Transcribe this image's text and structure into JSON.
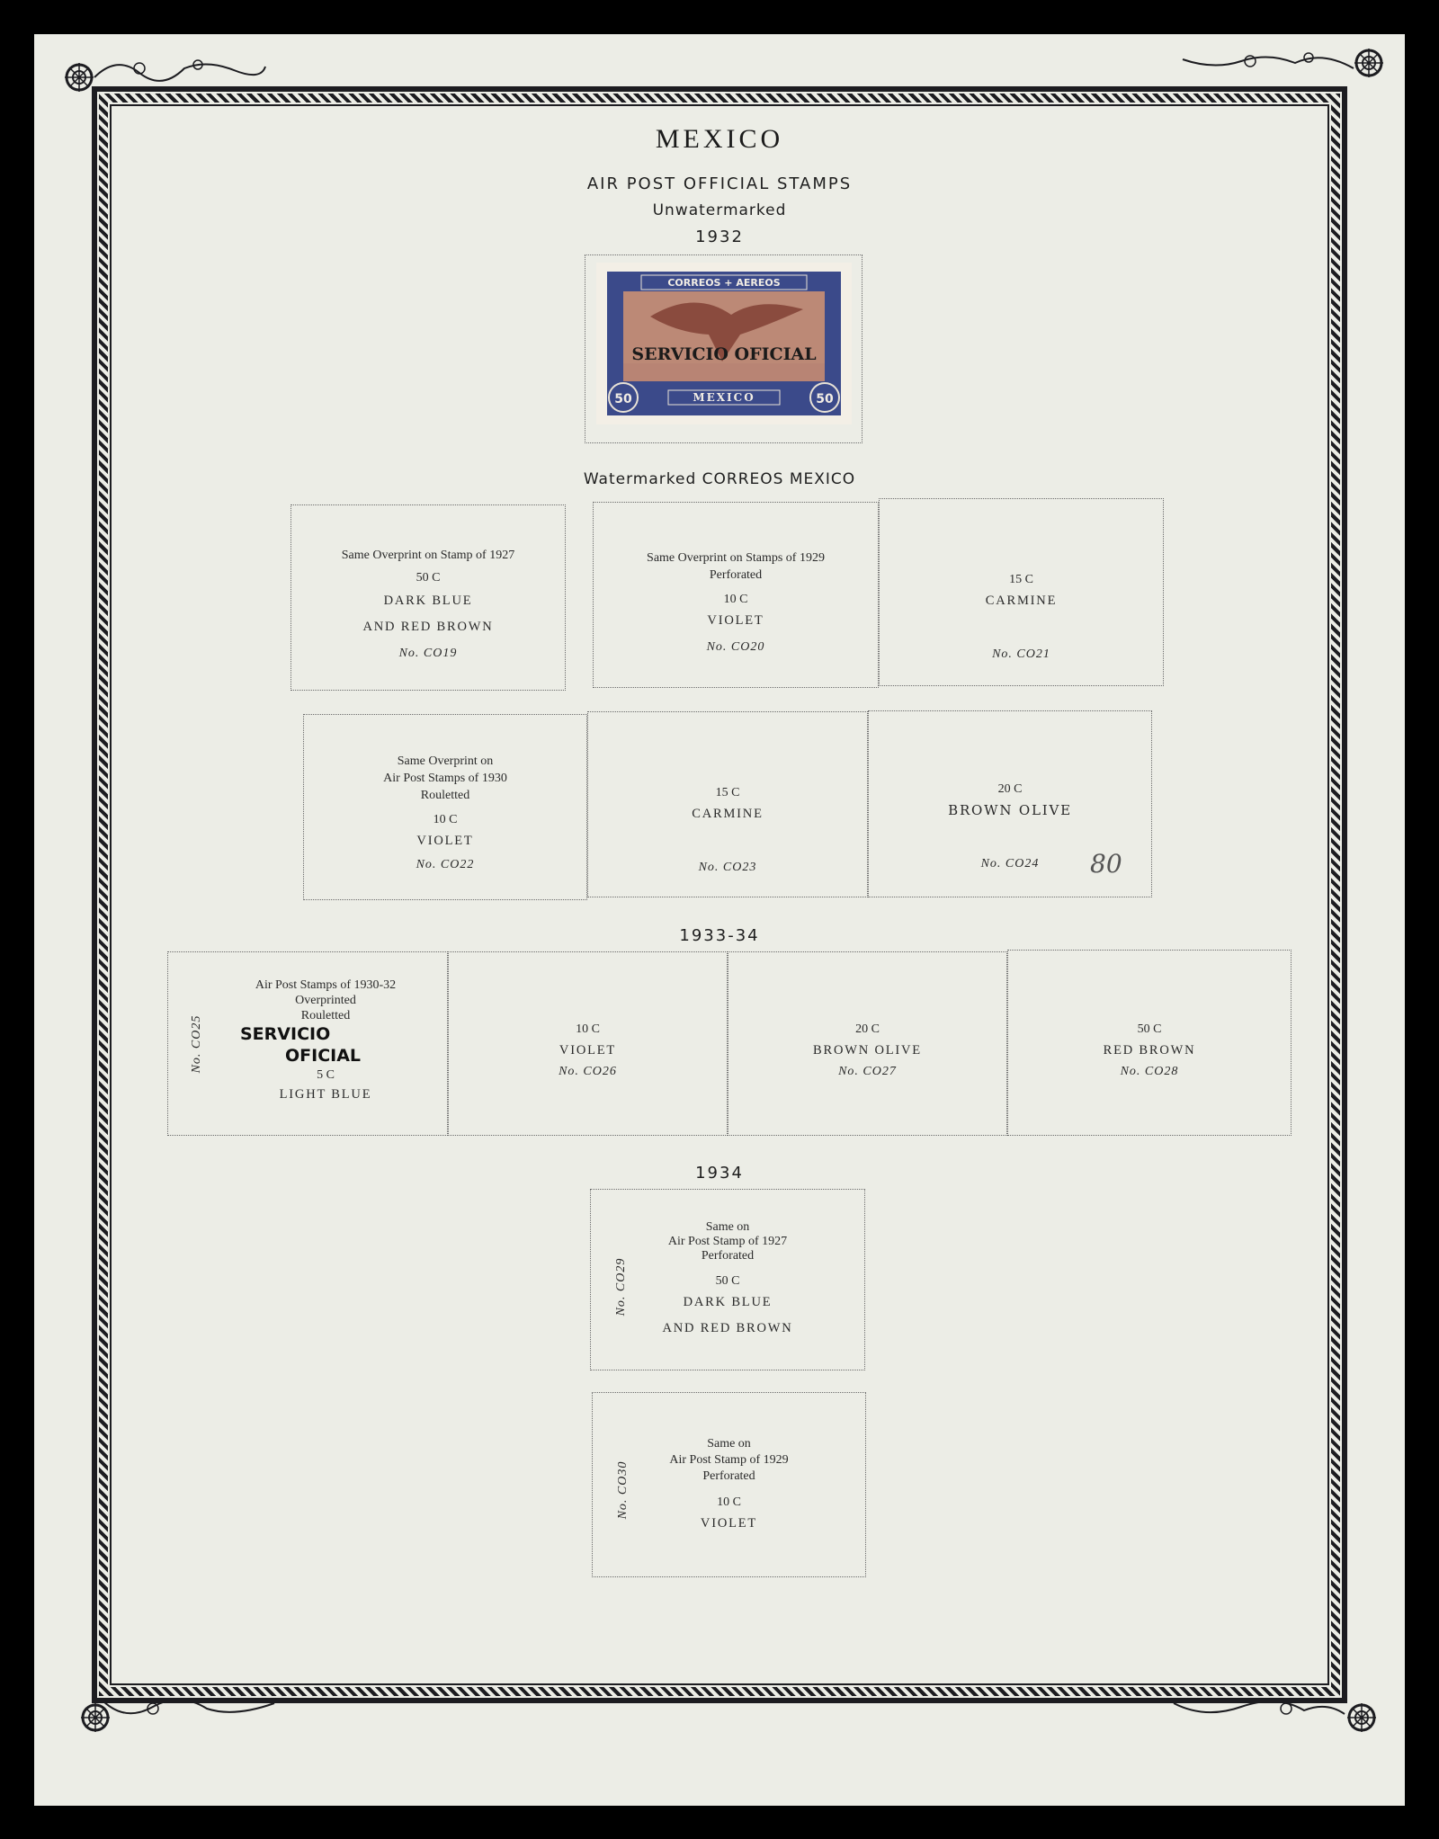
{
  "page": {
    "title": "MEXICO",
    "subtitle": "AIR POST OFFICIAL STAMPS",
    "watermark_note": "Unwatermarked",
    "year_1": "1932",
    "section_2": "Watermarked CORREOS MEXICO",
    "year_2": "1933-34",
    "year_3": "1934",
    "pencil_note": "80"
  },
  "stamp": {
    "top_text": "CORREOS + AEREOS",
    "overprint": "SERVICIO OFICIAL",
    "value": "50",
    "bottom_text": "MEXICO"
  },
  "colors": {
    "stamp_blue": "#3b4a8a",
    "stamp_brown": "#a86a5a",
    "page": "#ecede6"
  },
  "row1": [
    {
      "lines": [
        "Same Overprint on Stamp of 1927",
        "50 C"
      ],
      "caps": [
        "DARK BLUE",
        "AND RED BROWN"
      ],
      "num": "No. CO19"
    },
    {
      "lines": [
        "Same Overprint on Stamps of 1929",
        "Perforated",
        "10 C"
      ],
      "caps": [
        "VIOLET"
      ],
      "num": "No. CO20"
    },
    {
      "lines": [
        "15 C"
      ],
      "caps": [
        "CARMINE"
      ],
      "num": "No. CO21"
    }
  ],
  "row2": [
    {
      "lines": [
        "Same Overprint on",
        "Air Post Stamps of 1930",
        "Rouletted",
        "10 C"
      ],
      "caps": [
        "VIOLET"
      ],
      "num": "No. CO22"
    },
    {
      "lines": [
        "15 C"
      ],
      "caps": [
        "CARMINE"
      ],
      "num": "No. CO23"
    },
    {
      "lines": [
        "20 C"
      ],
      "caps": [
        "BROWN OLIVE"
      ],
      "num": "No. CO24"
    }
  ],
  "row3": [
    {
      "lines": [
        "Air Post Stamps of 1930-32",
        "Overprinted",
        "Rouletted"
      ],
      "overprint": [
        "SERVICIO",
        "OFICIAL"
      ],
      "lines2": [
        "5 C"
      ],
      "caps": [
        "LIGHT BLUE"
      ],
      "vertical": "No. CO25"
    },
    {
      "lines": [
        "10 C"
      ],
      "caps": [
        "VIOLET"
      ],
      "num": "No. CO26"
    },
    {
      "lines": [
        "20 C"
      ],
      "caps": [
        "BROWN OLIVE"
      ],
      "num": "No. CO27"
    },
    {
      "lines": [
        "50 C"
      ],
      "caps": [
        "RED BROWN"
      ],
      "num": "No. CO28"
    }
  ],
  "row4": [
    {
      "lines": [
        "Same on",
        "Air Post Stamp of 1927",
        "Perforated",
        "50 C"
      ],
      "caps": [
        "DARK BLUE",
        "AND RED BROWN"
      ],
      "vertical": "No. CO29"
    },
    {
      "lines": [
        "Same on",
        "Air Post Stamp of 1929",
        "Perforated",
        "10 C"
      ],
      "caps": [
        "VIOLET"
      ],
      "vertical": "No. CO30"
    }
  ]
}
